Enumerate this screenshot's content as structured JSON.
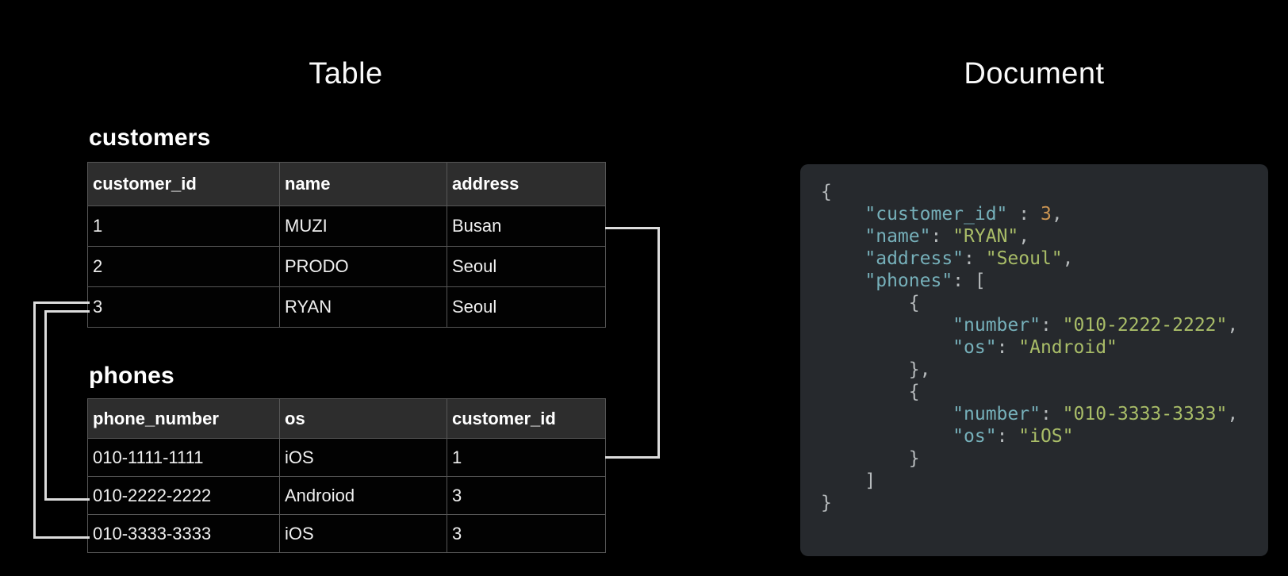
{
  "left": {
    "title": "Table",
    "customers": {
      "title": "customers",
      "columns": [
        "customer_id",
        "name",
        "address"
      ],
      "rows": [
        [
          "1",
          "MUZI",
          "Busan"
        ],
        [
          "2",
          "PRODO",
          "Seoul"
        ],
        [
          "3",
          "RYAN",
          "Seoul"
        ]
      ]
    },
    "phones": {
      "title": "phones",
      "columns": [
        "phone_number",
        "os",
        "customer_id"
      ],
      "rows": [
        [
          "010-1111-1111",
          "iOS",
          "1"
        ],
        [
          "010-2222-2222",
          "Androiod",
          "3"
        ],
        [
          "010-3333-3333",
          "iOS",
          "3"
        ]
      ]
    },
    "relations": [
      {
        "from": "customers.customer_id=1",
        "to": "phones row 010-1111-1111"
      },
      {
        "from": "customers.customer_id=3",
        "to": "phones row 010-2222-2222"
      },
      {
        "from": "customers.customer_id=3",
        "to": "phones row 010-3333-3333"
      }
    ]
  },
  "right": {
    "title": "Document",
    "code_lines": [
      [
        {
          "c": "punc",
          "t": "{"
        }
      ],
      [
        {
          "c": "punc",
          "t": "    "
        },
        {
          "c": "key",
          "t": "\"customer_id\""
        },
        {
          "c": "punc",
          "t": " : "
        },
        {
          "c": "num",
          "t": "3"
        },
        {
          "c": "punc",
          "t": ","
        }
      ],
      [
        {
          "c": "punc",
          "t": "    "
        },
        {
          "c": "key",
          "t": "\"name\""
        },
        {
          "c": "punc",
          "t": ": "
        },
        {
          "c": "str",
          "t": "\"RYAN\""
        },
        {
          "c": "punc",
          "t": ","
        }
      ],
      [
        {
          "c": "punc",
          "t": "    "
        },
        {
          "c": "key",
          "t": "\"address\""
        },
        {
          "c": "punc",
          "t": ": "
        },
        {
          "c": "str",
          "t": "\"Seoul\""
        },
        {
          "c": "punc",
          "t": ","
        }
      ],
      [
        {
          "c": "punc",
          "t": "    "
        },
        {
          "c": "key",
          "t": "\"phones\""
        },
        {
          "c": "punc",
          "t": ": ["
        }
      ],
      [
        {
          "c": "punc",
          "t": "        {"
        }
      ],
      [
        {
          "c": "punc",
          "t": "            "
        },
        {
          "c": "key",
          "t": "\"number\""
        },
        {
          "c": "punc",
          "t": ": "
        },
        {
          "c": "str",
          "t": "\"010-2222-2222\""
        },
        {
          "c": "punc",
          "t": ","
        }
      ],
      [
        {
          "c": "punc",
          "t": "            "
        },
        {
          "c": "key",
          "t": "\"os\""
        },
        {
          "c": "punc",
          "t": ": "
        },
        {
          "c": "str",
          "t": "\"Android\""
        }
      ],
      [
        {
          "c": "punc",
          "t": "        },"
        }
      ],
      [
        {
          "c": "punc",
          "t": "        {"
        }
      ],
      [
        {
          "c": "punc",
          "t": "            "
        },
        {
          "c": "key",
          "t": "\"number\""
        },
        {
          "c": "punc",
          "t": ": "
        },
        {
          "c": "str",
          "t": "\"010-3333-3333\""
        },
        {
          "c": "punc",
          "t": ","
        }
      ],
      [
        {
          "c": "punc",
          "t": "            "
        },
        {
          "c": "key",
          "t": "\"os\""
        },
        {
          "c": "punc",
          "t": ": "
        },
        {
          "c": "str",
          "t": "\"iOS\""
        }
      ],
      [
        {
          "c": "punc",
          "t": "        }"
        }
      ],
      [
        {
          "c": "punc",
          "t": "    ]"
        }
      ],
      [
        {
          "c": "punc",
          "t": "}"
        }
      ]
    ]
  },
  "colors": {
    "background": "#000000",
    "title_text": "#fafafa",
    "table_header_bg": "#2d2d2d",
    "table_body_bg": "#020202",
    "table_border": "#565656",
    "connector_line": "#dcdcdc",
    "code_panel_bg": "#26292d",
    "json_key": "#76b0ba",
    "json_string": "#a9bd68",
    "json_number": "#ca9452",
    "json_punctuation": "#b6babc"
  }
}
